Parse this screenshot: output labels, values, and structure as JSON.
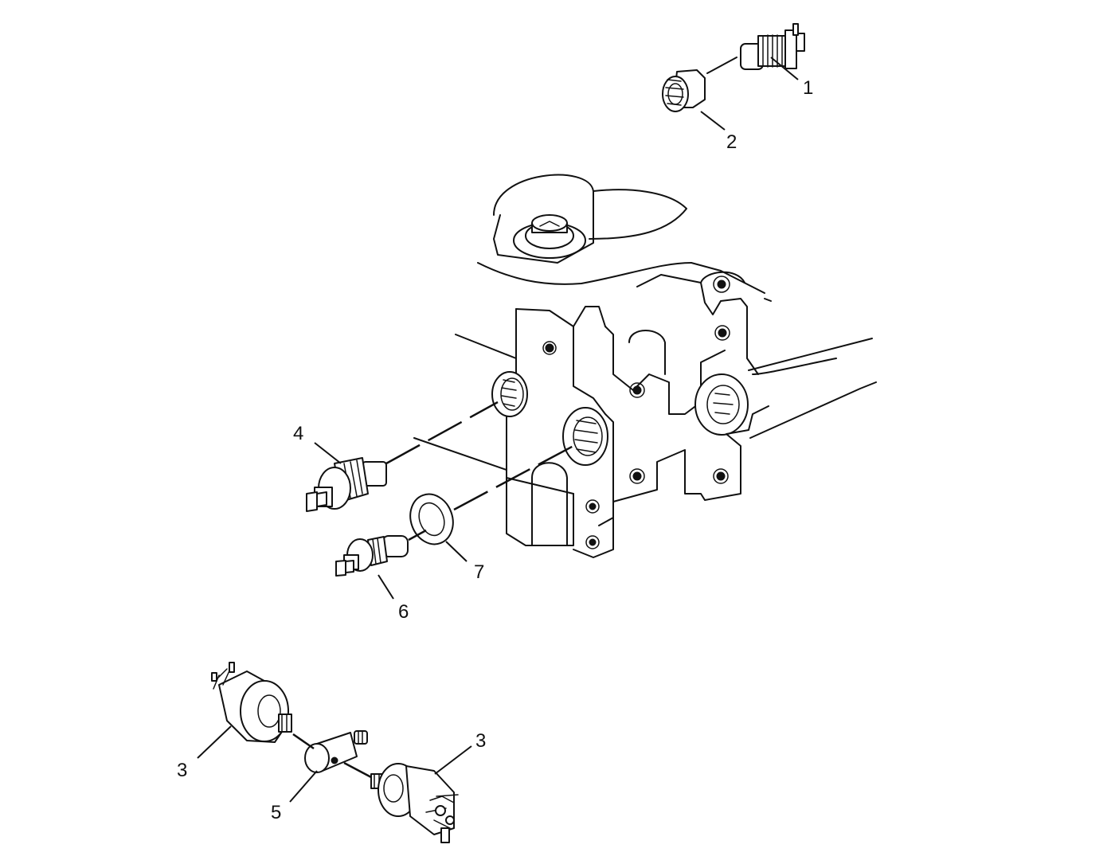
{
  "callouts": {
    "c1": "1",
    "c2": "2",
    "c3a": "3",
    "c3b": "3",
    "c4": "4",
    "c5": "5",
    "c6": "6",
    "c7": "7"
  },
  "colors": {
    "ink": "#111111",
    "background": "#ffffff"
  }
}
